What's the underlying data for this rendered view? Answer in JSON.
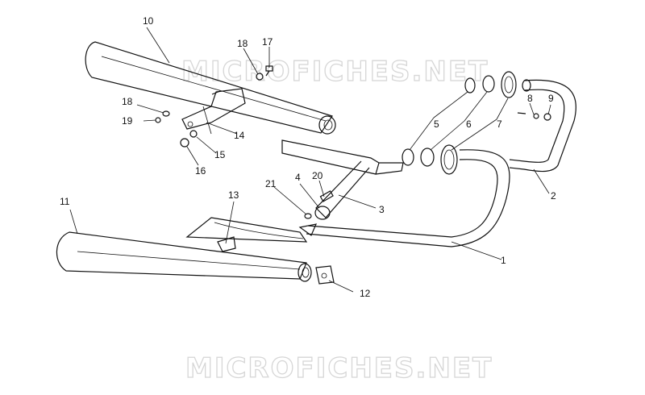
{
  "watermark": {
    "text": "MICROFICHES.NET"
  },
  "callouts": [
    "1",
    "2",
    "3",
    "4",
    "5",
    "6",
    "7",
    "8",
    "9",
    "10",
    "11",
    "12",
    "13",
    "14",
    "15",
    "16",
    "17",
    "18",
    "18",
    "19",
    "20",
    "21"
  ]
}
